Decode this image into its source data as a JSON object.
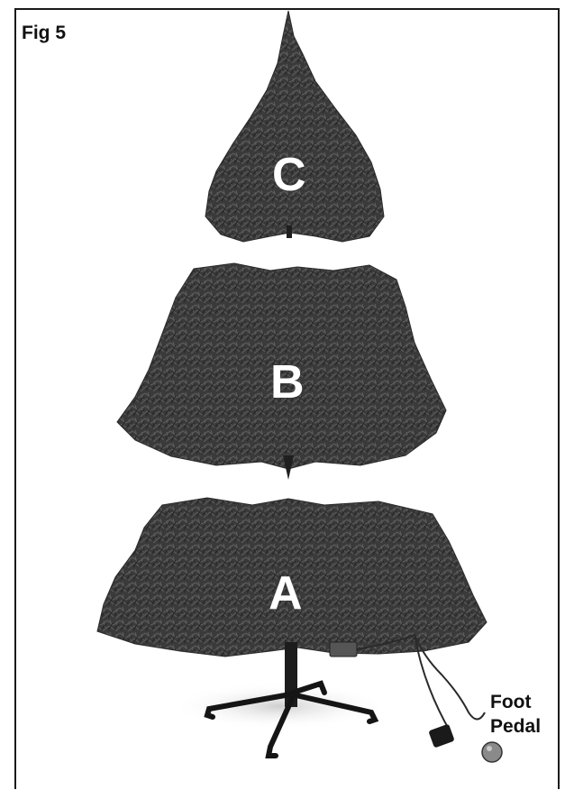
{
  "figure": {
    "label": "Fig 5",
    "sections": [
      {
        "letter": "C"
      },
      {
        "letter": "B"
      },
      {
        "letter": "A"
      }
    ],
    "accessory": {
      "label_line1": "Foot",
      "label_line2": "Pedal"
    }
  },
  "colors": {
    "foliage_dark": "#2f2f2f",
    "foliage_mid": "#4a4a4a",
    "foliage_light": "#6a6a6a",
    "letters": "#ffffff",
    "frame": "#1a1a1a"
  }
}
